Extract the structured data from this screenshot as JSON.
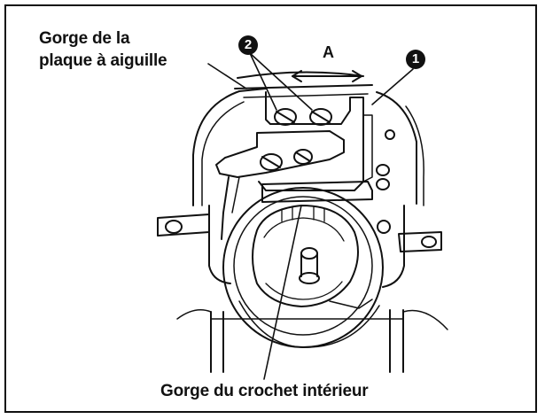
{
  "labels": {
    "needle_plate_groove_line1": "Gorge de la",
    "needle_plate_groove_line2": "plaque à aiguille",
    "inner_hook_groove": "Gorge du crochet intérieur",
    "direction_a": "A"
  },
  "callouts": {
    "part_1": "1",
    "part_2": "2"
  },
  "colors": {
    "ink": "#111111",
    "background": "#ffffff"
  }
}
